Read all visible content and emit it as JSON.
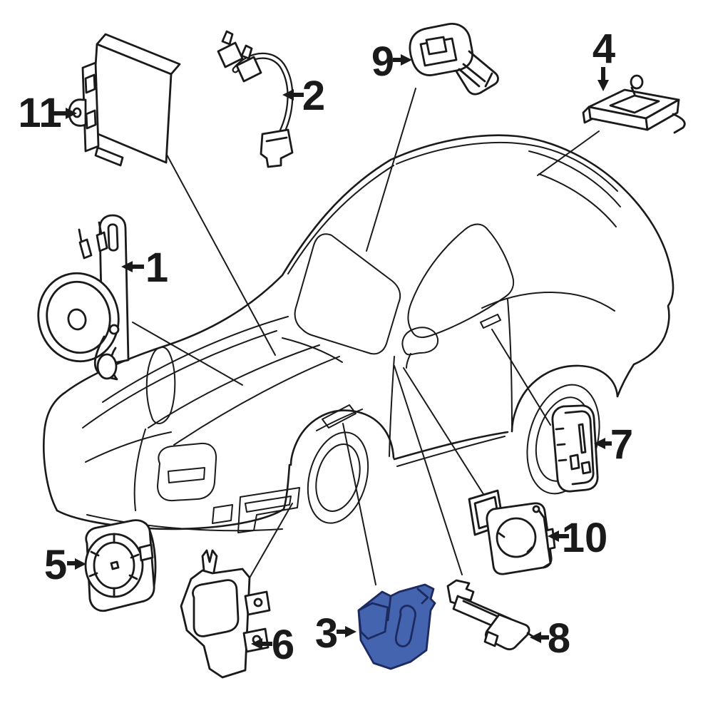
{
  "diagram": {
    "background_color": "#ffffff",
    "line_color": "#1a1a1a",
    "highlight_fill": "#4464b0",
    "highlight_stroke": "#1d2a60",
    "callouts": [
      {
        "label": "1",
        "part": "horn-with-mounting-bracket"
      },
      {
        "label": "2",
        "part": "antenna-wiring-harness"
      },
      {
        "label": "3",
        "part": "mounting-bracket-highlighted",
        "highlighted": true
      },
      {
        "label": "4",
        "part": "rear-mounting-bracket"
      },
      {
        "label": "5",
        "part": "alarm-siren"
      },
      {
        "label": "6",
        "part": "siren-mounting-bracket"
      },
      {
        "label": "7",
        "part": "remote-transmitter"
      },
      {
        "label": "8",
        "part": "antenna-module"
      },
      {
        "label": "9",
        "part": "transmitter-key"
      },
      {
        "label": "10",
        "part": "security-control-module"
      },
      {
        "label": "11",
        "part": "alarm-control-module"
      }
    ]
  }
}
